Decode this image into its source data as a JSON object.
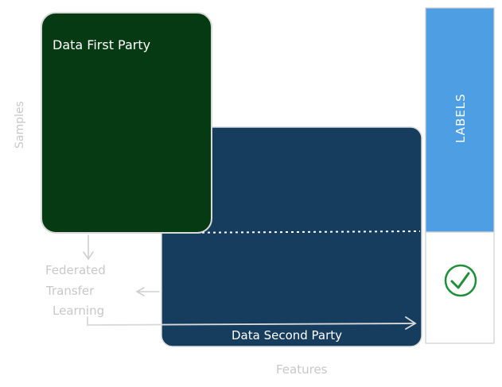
{
  "diagram": {
    "first_party_label": "Data First Party",
    "second_party_label": "Data Second Party",
    "labels_label": "LABELS",
    "samples_label": "Samples",
    "features_label": "Features",
    "ftl_lines": [
      "Federated",
      "Transfer",
      "Learning"
    ],
    "colors": {
      "first_party_fill": "#063a12",
      "second_party_fill": "#163d5e",
      "labels_fill": "#4e9ee3",
      "check_green": "#1f8f3a",
      "faint_text": "#c8c8c8",
      "stroke_gray": "#c8c8c8"
    },
    "icons": {
      "check": "check-circle-icon",
      "arrow_down": "arrow-down-icon",
      "arrow_left": "arrow-left-icon",
      "arrow_right": "arrow-right-icon"
    }
  }
}
